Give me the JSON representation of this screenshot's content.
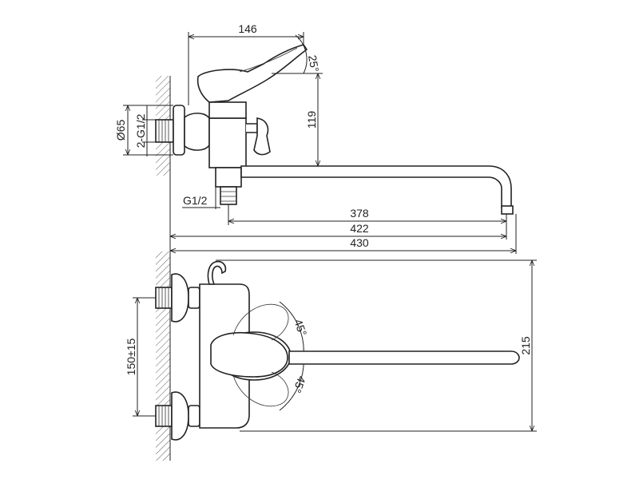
{
  "dimensions": {
    "top_width": "146",
    "handle_angle_top": "25°",
    "body_height": "119",
    "flange_diameter": "Ø65",
    "inlet_thread": "2-G1/2",
    "outlet_thread": "G1/2",
    "spout_reach_1": "378",
    "spout_reach_2": "422",
    "spout_reach_3": "430",
    "inlet_spacing": "150±15",
    "front_height": "215",
    "lever_angle_upper": "45°",
    "lever_angle_lower": "45°"
  }
}
